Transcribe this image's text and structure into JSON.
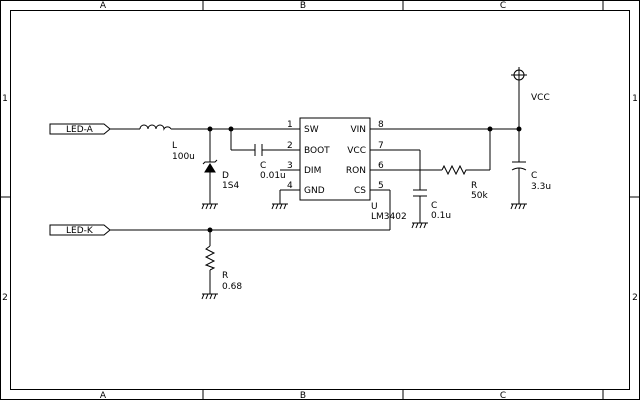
{
  "frame": {
    "columns": [
      "A",
      "B",
      "C"
    ],
    "rows": [
      "1",
      "2"
    ]
  },
  "ports": {
    "led_a": "LED-A",
    "led_k": "LED-K"
  },
  "power": {
    "vcc": "VCC"
  },
  "ic": {
    "ref": "U",
    "value": "LM3402",
    "pins": {
      "sw": {
        "num": "1",
        "name": "SW"
      },
      "boot": {
        "num": "2",
        "name": "BOOT"
      },
      "dim": {
        "num": "3",
        "name": "DIM"
      },
      "gnd": {
        "num": "4",
        "name": "GND"
      },
      "vin": {
        "num": "8",
        "name": "VIN"
      },
      "vcc": {
        "num": "7",
        "name": "VCC"
      },
      "ron": {
        "num": "6",
        "name": "RON"
      },
      "cs": {
        "num": "5",
        "name": "CS"
      }
    }
  },
  "components": {
    "inductor": {
      "ref": "L",
      "value": "100u"
    },
    "diode": {
      "ref": "D",
      "value": "1S4"
    },
    "cap_boot": {
      "ref": "C",
      "value": "0.01u"
    },
    "cap_vcc": {
      "ref": "C",
      "value": "0.1u"
    },
    "res_ron": {
      "ref": "R",
      "value": "50k"
    },
    "cap_in": {
      "ref": "C",
      "value": "3.3u"
    },
    "res_sense": {
      "ref": "R",
      "value": "0.68"
    }
  }
}
